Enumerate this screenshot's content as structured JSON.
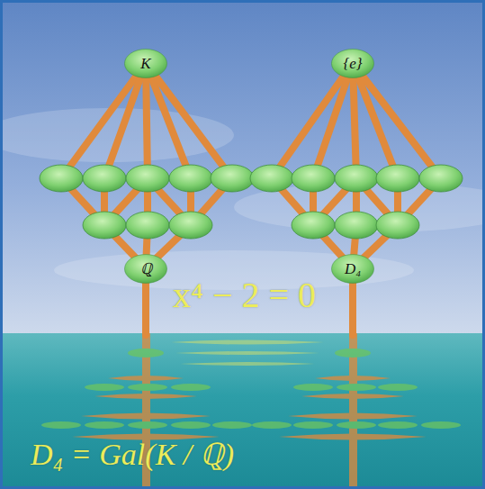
{
  "diagram": {
    "nodes": [
      {
        "text": [
          "K"
        ]
      },
      {
        "text": [
          "ℚ"
        ]
      },
      {
        "text": [
          "{e}"
        ]
      },
      {
        "text": [
          "D₄"
        ]
      }
    ],
    "labels": [
      "x⁴ − 2 = 0",
      "D₄ = Gal(K / ℚ)"
    ]
  }
}
